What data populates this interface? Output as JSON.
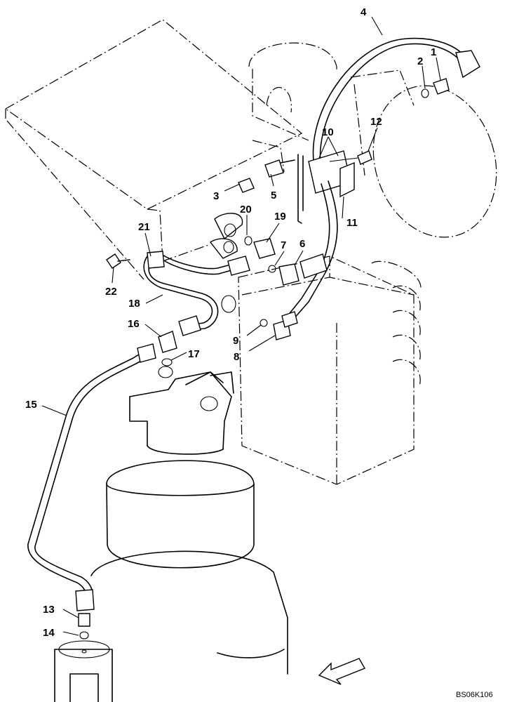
{
  "diagram": {
    "drawing_code": "BS06K106",
    "callouts": [
      {
        "id": "1",
        "label": "1"
      },
      {
        "id": "2",
        "label": "2"
      },
      {
        "id": "3",
        "label": "3"
      },
      {
        "id": "4",
        "label": "4"
      },
      {
        "id": "5",
        "label": "5"
      },
      {
        "id": "6",
        "label": "6"
      },
      {
        "id": "7",
        "label": "7"
      },
      {
        "id": "8",
        "label": "8"
      },
      {
        "id": "9",
        "label": "9"
      },
      {
        "id": "10",
        "label": "10"
      },
      {
        "id": "11",
        "label": "11"
      },
      {
        "id": "12",
        "label": "12"
      },
      {
        "id": "13",
        "label": "13"
      },
      {
        "id": "14",
        "label": "14"
      },
      {
        "id": "15",
        "label": "15"
      },
      {
        "id": "16",
        "label": "16"
      },
      {
        "id": "17",
        "label": "17"
      },
      {
        "id": "18",
        "label": "18"
      },
      {
        "id": "19",
        "label": "19"
      },
      {
        "id": "20",
        "label": "20"
      },
      {
        "id": "21",
        "label": "21"
      },
      {
        "id": "22",
        "label": "22"
      }
    ]
  }
}
